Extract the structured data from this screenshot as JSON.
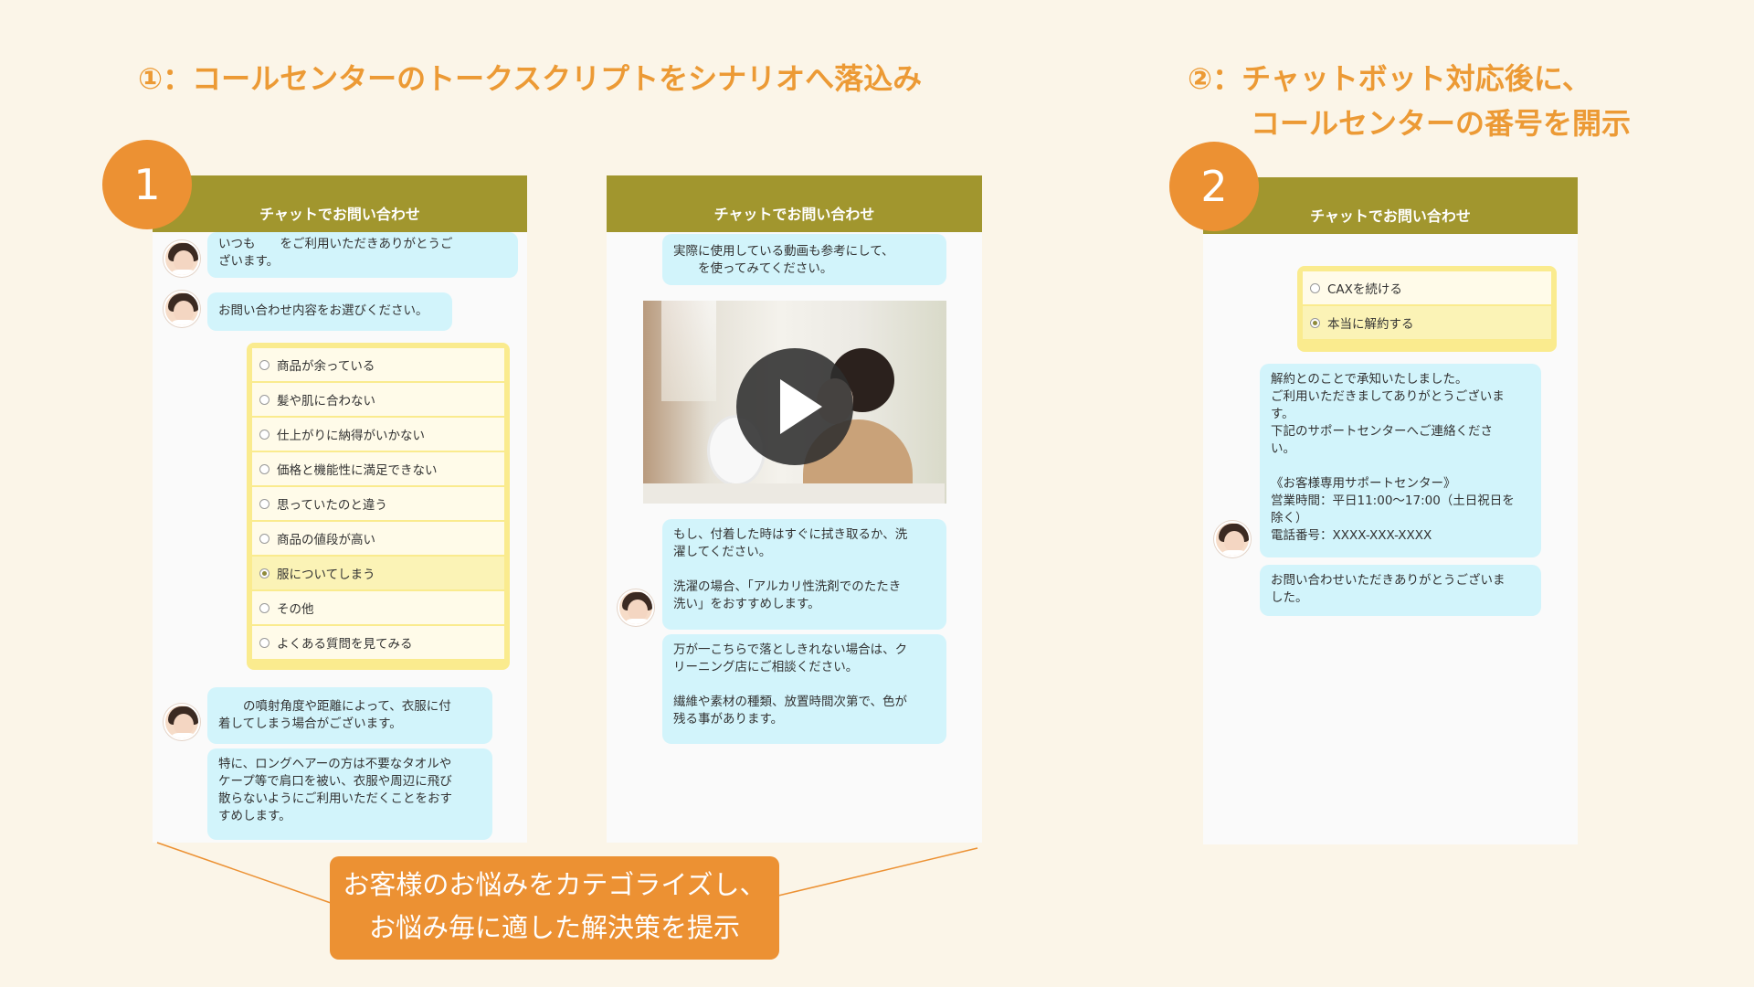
{
  "headings": {
    "left": "①：コールセンターのトークスクリプトをシナリオへ落込み",
    "right_line1": "②：チャットボット対応後に、",
    "right_line2": "コールセンターの番号を開示"
  },
  "badges": {
    "one": "1",
    "two": "2"
  },
  "panel1": {
    "header": "チャットでお問い合わせ",
    "bubble1": "いつも　　をご利用いただきありがとうご\nざいます。",
    "bubble2": "お問い合わせ内容をお選びください。",
    "options": [
      {
        "label": "商品が余っている",
        "selected": false
      },
      {
        "label": "髪や肌に合わない",
        "selected": false
      },
      {
        "label": "仕上がりに納得がいかない",
        "selected": false
      },
      {
        "label": "価格と機能性に満足できない",
        "selected": false
      },
      {
        "label": "思っていたのと違う",
        "selected": false
      },
      {
        "label": "商品の値段が高い",
        "selected": false
      },
      {
        "label": "服についてしまう",
        "selected": true
      },
      {
        "label": "その他",
        "selected": false
      },
      {
        "label": "よくある質問を見てみる",
        "selected": false
      }
    ],
    "bubble3": "　　の噴射角度や距離によって、衣服に付\n着してしまう場合がございます。",
    "bubble4": "特に、ロングヘアーの方は不要なタオルや\nケープ等で肩口を被い、衣服や周辺に飛び\n散らないようにご利用いただくことをおす\nすめします。"
  },
  "panel2": {
    "header": "チャットでお問い合わせ",
    "bubble1": "実際に使用している動画も参考にして、\n　　を使ってみてください。",
    "bubble2": "もし、付着した時はすぐに拭き取るか、洗\n濯してください。\n\n洗濯の場合、「アルカリ性洗剤でのたたき\n洗い」をおすすめします。",
    "bubble3": "万が一こちらで落としきれない場合は、ク\nリーニング店にご相談ください。\n\n繊維や素材の種類、放置時間次第で、色が\n残る事があります。"
  },
  "panel3": {
    "header": "チャットでお問い合わせ",
    "options": [
      {
        "label": "CAXを続ける",
        "selected": false
      },
      {
        "label": "本当に解約する",
        "selected": true
      }
    ],
    "bubble1": "解約とのことで承知いたしました。\nご利用いただきましてありがとうございま\nす。\n下記のサポートセンターへご連絡くださ\nい。\n\n《お客様専用サポートセンター》\n営業時間：平日11:00〜17:00（土日祝日を\n除く）\n電話番号：XXXX-XXX-XXXX",
    "bubble2": "お問い合わせいただきありがとうございま\nした。"
  },
  "callout": {
    "line1": "お客様のお悩みをカテゴライズし、",
    "line2": "お悩み毎に適した解決策を提示"
  },
  "colors": {
    "accent_orange": "#ec9133",
    "header_olive": "#a1962e",
    "bubble_blue": "#d2f4fb",
    "options_yellow": "#faeb8e",
    "background": "#fbf5e8"
  },
  "icons": {
    "avatar": "operator-avatar",
    "video": "play-icon",
    "radio": "radio-button-icon"
  }
}
